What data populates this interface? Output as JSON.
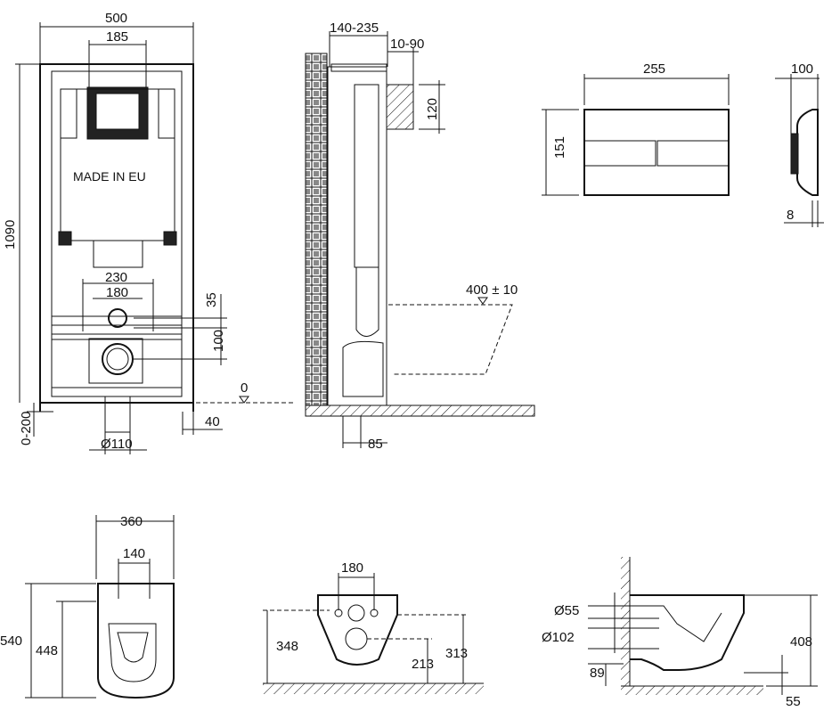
{
  "front_view": {
    "width": "500",
    "top_width": "185",
    "height": "1090",
    "label": "MADE IN EU",
    "bracket_outer": "230",
    "bracket_inner": "180",
    "offset_35": "35",
    "offset_100": "100",
    "zero_level": "0",
    "leg_adjust": "0-200",
    "leg_offset": "40",
    "drain_diameter": "Ø110"
  },
  "side_view": {
    "depth": "140-235",
    "button_depth": "10-90",
    "button_height": "120",
    "bowl_height": "400 ± 10",
    "drain_offset": "85"
  },
  "flush_plate": {
    "width": "255",
    "height": "151",
    "side_depth": "100",
    "thickness": "8"
  },
  "bowl_top": {
    "width": "360",
    "hole_spacing": "140",
    "length": "540",
    "inner": "448"
  },
  "bowl_rear": {
    "bolt_spacing": "180",
    "height": "348",
    "top_height": "313",
    "outlet_height": "213"
  },
  "bowl_side": {
    "inlet_diameter": "Ø55",
    "outlet_diameter": "Ø102",
    "outlet_height": "89",
    "height": "408",
    "gap": "55"
  }
}
